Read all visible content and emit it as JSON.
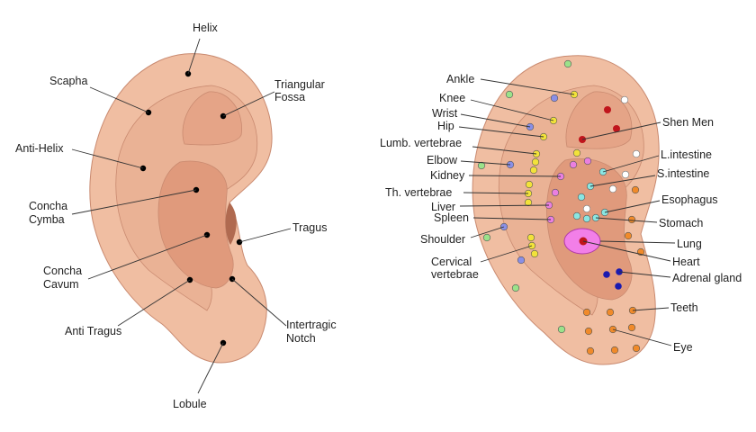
{
  "left_ear": {
    "labels": {
      "helix": "Helix",
      "scapha": "Scapha",
      "triangular_fossa_1": "Triangular",
      "triangular_fossa_2": "Fossa",
      "anti_helix": "Anti-Helix",
      "concha_cymba_1": "Concha",
      "concha_cymba_2": "Cymba",
      "tragus": "Tragus",
      "concha_cavum_1": "Concha",
      "concha_cavum_2": "Cavum",
      "anti_tragus": "Anti Tragus",
      "intertragic_notch_1": "Intertragic",
      "intertragic_notch_2": "Notch",
      "lobule": "Lobule"
    }
  },
  "right_ear": {
    "labels": {
      "ankle": "Ankle",
      "knee": "Knee",
      "wrist": "Wrist",
      "hip": "Hip",
      "lumb_vertebrae": "Lumb. vertebrae",
      "elbow": "Elbow",
      "kidney": "Kidney",
      "th_vertebrae": "Th. vertebrae",
      "liver": "Liver",
      "spleen": "Spleen",
      "shoulder": "Shoulder",
      "cervical_vertebrae_1": "Cervical",
      "cervical_vertebrae_2": "vertebrae",
      "shen_men": "Shen Men",
      "l_intestine": "L.intestine",
      "s_intestine": "S.intestine",
      "esophagus": "Esophagus",
      "stomach": "Stomach",
      "lung": "Lung",
      "heart": "Heart",
      "adrenal_gland": "Adrenal gland",
      "teeth": "Teeth",
      "eye": "Eye"
    }
  },
  "colors": {
    "skin_outer": "#f0bea2",
    "skin_inner": "#e9a98a",
    "skin_deep": "#dd957a",
    "outline": "#c98a70",
    "dot_yellow": "#f2e23a",
    "dot_orange": "#f08a2a",
    "dot_blue": "#8a8fe6",
    "dot_green": "#9be28a",
    "dot_pink": "#ea7fe0",
    "dot_cyan": "#8ae6e2",
    "dot_white": "#ffffff",
    "dot_red": "#c0151c",
    "dot_navy": "#1a1ab0",
    "lung_fill": "#f27fe8"
  }
}
